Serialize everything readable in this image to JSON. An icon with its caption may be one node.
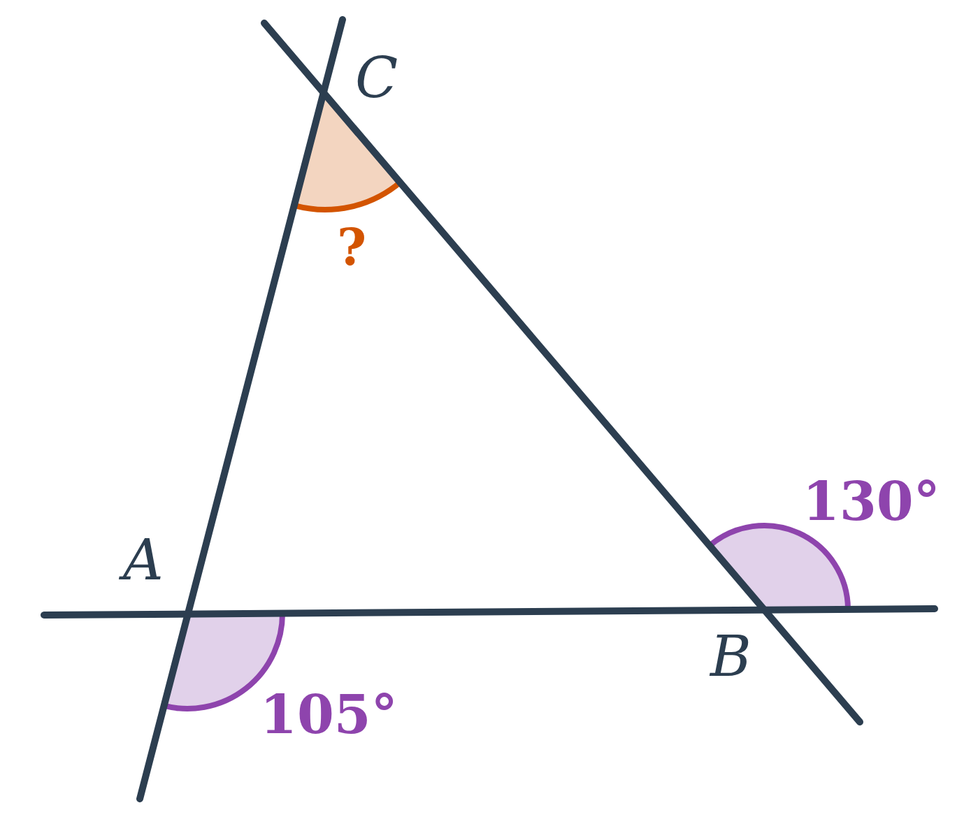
{
  "diagram": {
    "labels": [
      "C",
      "?",
      "130°",
      "A",
      "B",
      "105°"
    ]
  }
}
